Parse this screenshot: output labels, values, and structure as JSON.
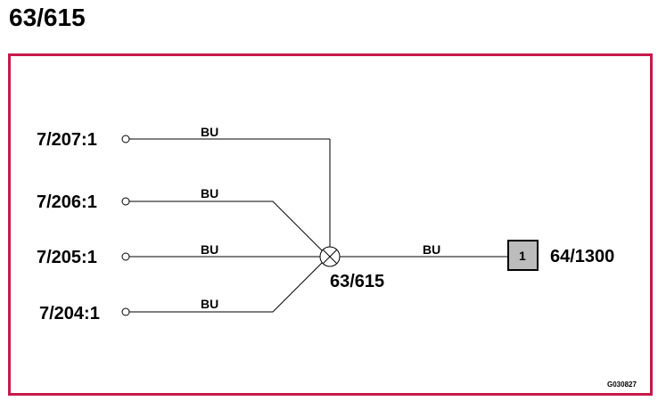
{
  "title": "63/615",
  "colors": {
    "frame": "#c8184a",
    "connector_fill": "#bcbcbc",
    "wire": "#000000"
  },
  "terminals": [
    {
      "label": "7/207:1",
      "wire": "BU"
    },
    {
      "label": "7/206:1",
      "wire": "BU"
    },
    {
      "label": "7/205:1",
      "wire": "BU"
    },
    {
      "label": "7/204:1",
      "wire": "BU"
    }
  ],
  "splice": {
    "label": "63/615",
    "icon": "splice-junction-icon"
  },
  "output": {
    "wire": "BU",
    "connector_pin": "1",
    "connector_label": "64/1300"
  },
  "drawing_code": "G030827"
}
